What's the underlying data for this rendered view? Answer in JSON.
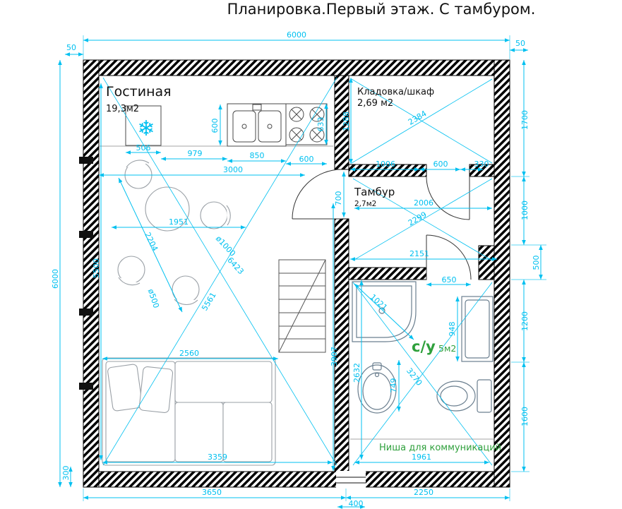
{
  "title": "Планировка.Первый этаж. С тамбуром.",
  "colors": {
    "dimension": "#00c0f0",
    "green": "#2fa03c",
    "wall": "#000000"
  },
  "icons": {
    "snowflake": "❄"
  },
  "rooms": {
    "living": {
      "name": "Гостиная",
      "area": "19,3м2"
    },
    "closet": {
      "name": "Кладовка/шкаф",
      "area": "2,69 м2"
    },
    "vestibule": {
      "name": "Тамбур",
      "area": "2,7м2"
    },
    "bathroom": {
      "name": "с/у",
      "area": "5м2"
    },
    "niche": {
      "name": "Ниша для коммуникаций"
    }
  },
  "dims": {
    "top_total": "6000",
    "top_left_offset": "50",
    "top_right_offset": "50",
    "left_total": "6000",
    "left_inner": "5500",
    "left_bottom": "300",
    "right_1700": "1700",
    "right_1000": "1000",
    "right_500": "500",
    "right_1200": "1200",
    "right_1600": "1600",
    "bottom_left": "3650",
    "bottom_door": "400",
    "bottom_right": "2250",
    "kitchen_cabinet": "506",
    "kitchen_gap": "979",
    "kitchen_sink": "850",
    "kitchen_stove": "600",
    "kitchen_depth": "600",
    "kitchen_stove_depth": "633",
    "kitchen_total": "3000",
    "closet_height": "1288",
    "closet_diag": "2384",
    "closet_wall": "1006",
    "closet_door": "600",
    "closet_pier": "330",
    "vest_width": "2006",
    "vest_diag": "2299",
    "vest_door": "700",
    "vest_width2": "2151",
    "vest_bath_door": "650",
    "living_table_off": "1951",
    "living_diag_small": "2204",
    "table_dia": "ø1000",
    "living_diag1": "6423",
    "chair_dia": "ø500",
    "living_diag2": "5561",
    "sofa_width": "2560",
    "bath_wall_len": "3907",
    "shower_diag": "1021",
    "bath_cab": "948",
    "bath_h1": "2632",
    "sink_w": "749",
    "bath_diag": "3270",
    "living_bottom": "3359",
    "niche_width": "1961"
  }
}
